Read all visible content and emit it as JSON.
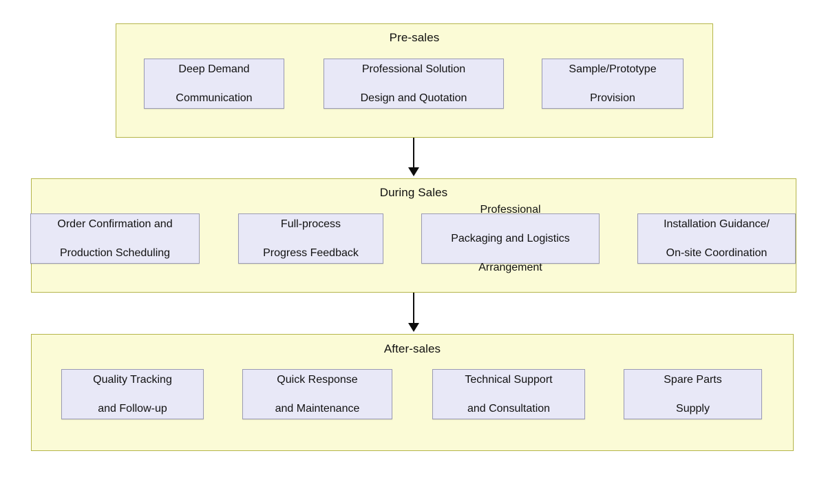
{
  "diagram": {
    "type": "flowchart",
    "orientation": "vertical",
    "colors": {
      "stage_fill": "#fbfbd6",
      "stage_border": "#b5b54a",
      "item_fill": "#e8e8f7",
      "item_border": "#9a9ab4",
      "connector": "#0d0d0d",
      "background": "#ffffff",
      "text": "#111111"
    },
    "stages": [
      {
        "id": "pre-sales",
        "title": "Pre-sales",
        "items": [
          {
            "id": "deep-demand",
            "line1": "Deep Demand",
            "line2": "Communication",
            "line3": ""
          },
          {
            "id": "professional-solution",
            "line1": "Professional Solution",
            "line2": "Design and Quotation",
            "line3": ""
          },
          {
            "id": "sample-prototype",
            "line1": "Sample/Prototype",
            "line2": "Provision",
            "line3": ""
          }
        ]
      },
      {
        "id": "during-sales",
        "title": "During Sales",
        "items": [
          {
            "id": "order-confirmation",
            "line1": "Order Confirmation and",
            "line2": "Production Scheduling",
            "line3": ""
          },
          {
            "id": "full-process",
            "line1": "Full-process",
            "line2": "Progress Feedback",
            "line3": ""
          },
          {
            "id": "packaging-logistics",
            "line1": "Professional",
            "line2": "Packaging and Logistics",
            "line3": "Arrangement"
          },
          {
            "id": "installation-guidance",
            "line1": "Installation Guidance/",
            "line2": "On-site Coordination",
            "line3": ""
          }
        ]
      },
      {
        "id": "after-sales",
        "title": "After-sales",
        "items": [
          {
            "id": "quality-tracking",
            "line1": "Quality Tracking",
            "line2": "and Follow-up",
            "line3": ""
          },
          {
            "id": "quick-response",
            "line1": "Quick Response",
            "line2": "and Maintenance",
            "line3": ""
          },
          {
            "id": "technical-support",
            "line1": "Technical Support",
            "line2": "and Consultation",
            "line3": ""
          },
          {
            "id": "spare-parts",
            "line1": "Spare Parts",
            "line2": "Supply",
            "line3": ""
          }
        ]
      }
    ],
    "connectors": [
      {
        "id": "pre-to-during",
        "from": "pre-sales",
        "to": "during-sales",
        "style": "solid-arrow-down"
      },
      {
        "id": "during-to-after",
        "from": "during-sales",
        "to": "after-sales",
        "style": "solid-arrow-down"
      }
    ]
  }
}
